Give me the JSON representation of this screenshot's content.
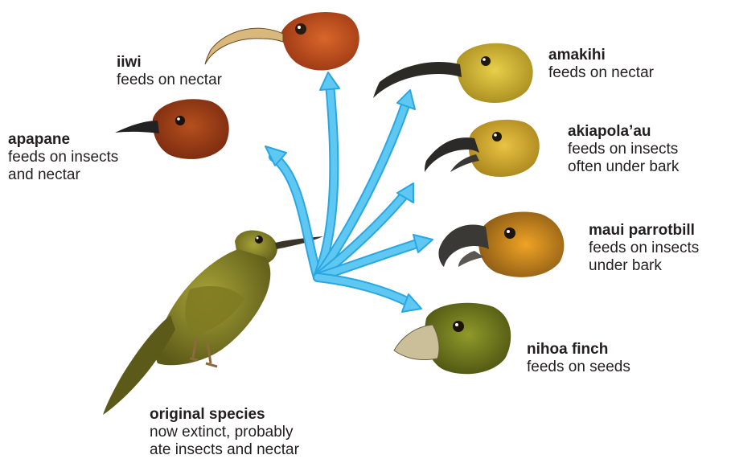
{
  "colors": {
    "arrow": "#5ec8f3",
    "arrow_outline": "#2aa7e0",
    "text": "#231f20"
  },
  "birds": {
    "iiwi": {
      "name": "iiwi",
      "desc": [
        "feeds on nectar"
      ]
    },
    "apapane": {
      "name": "apapane",
      "desc": [
        "feeds on insects",
        "and nectar"
      ]
    },
    "amakihi": {
      "name": "amakihi",
      "desc": [
        "feeds on nectar"
      ]
    },
    "akiapolaau": {
      "name": "akiapola’au",
      "desc": [
        "feeds on insects",
        "often under bark"
      ]
    },
    "maui_parrotbill": {
      "name": "maui parrotbill",
      "desc": [
        "feeds on insects",
        "under bark"
      ]
    },
    "nihoa_finch": {
      "name": "nihoa finch",
      "desc": [
        "feeds on seeds"
      ]
    },
    "original": {
      "name": "original species",
      "desc": [
        "now extinct, probably",
        "ate insects and nectar"
      ]
    }
  }
}
